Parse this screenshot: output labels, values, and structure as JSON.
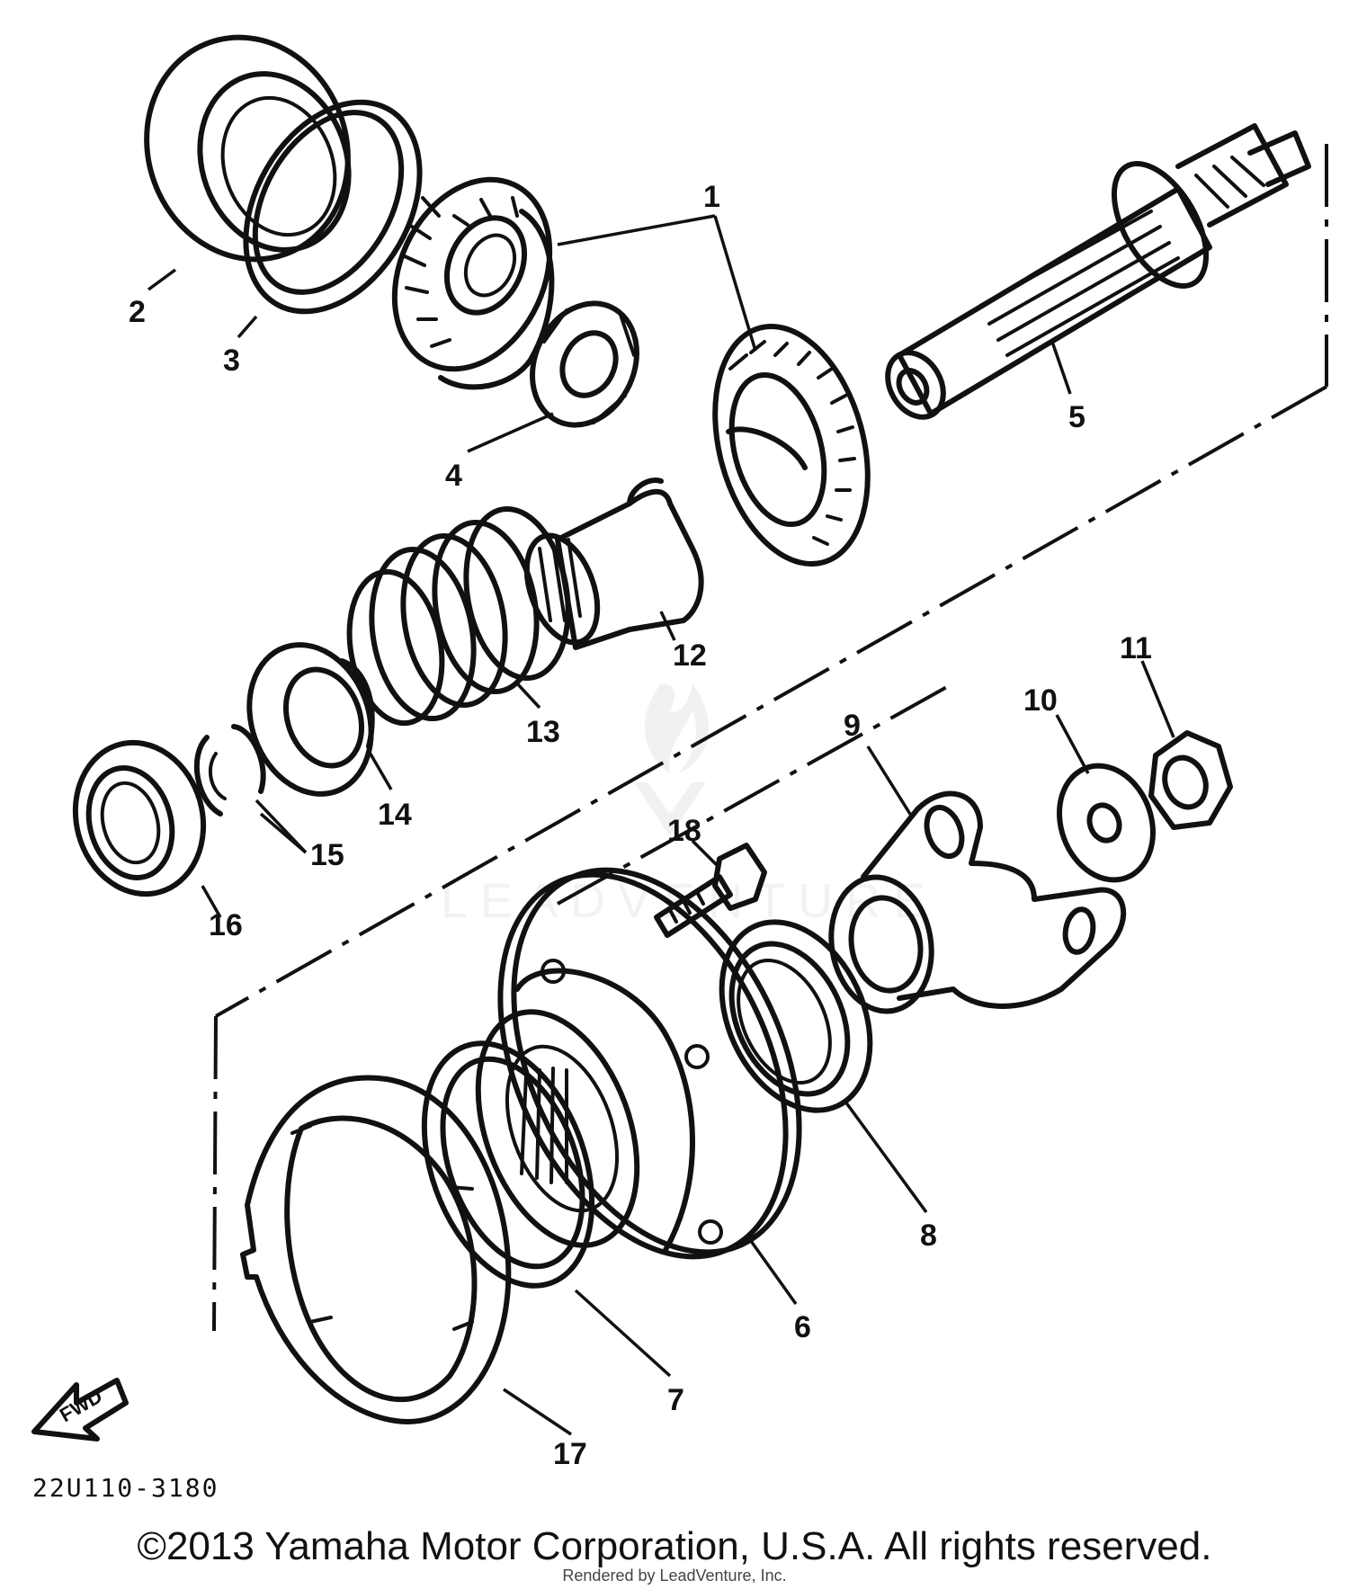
{
  "diagram": {
    "diagram_code": "22U110-3180",
    "direction_label": "FWD",
    "copyright": "©2013 Yamaha Motor Corporation, U.S.A. All rights reserved.",
    "render_note": "Rendered by LeadVenture, Inc.",
    "watermark": "LEADVENTURE",
    "callouts": [
      "1",
      "2",
      "3",
      "4",
      "5",
      "6",
      "7",
      "8",
      "9",
      "10",
      "11",
      "12",
      "13",
      "14",
      "15",
      "16",
      "17",
      "18"
    ]
  }
}
